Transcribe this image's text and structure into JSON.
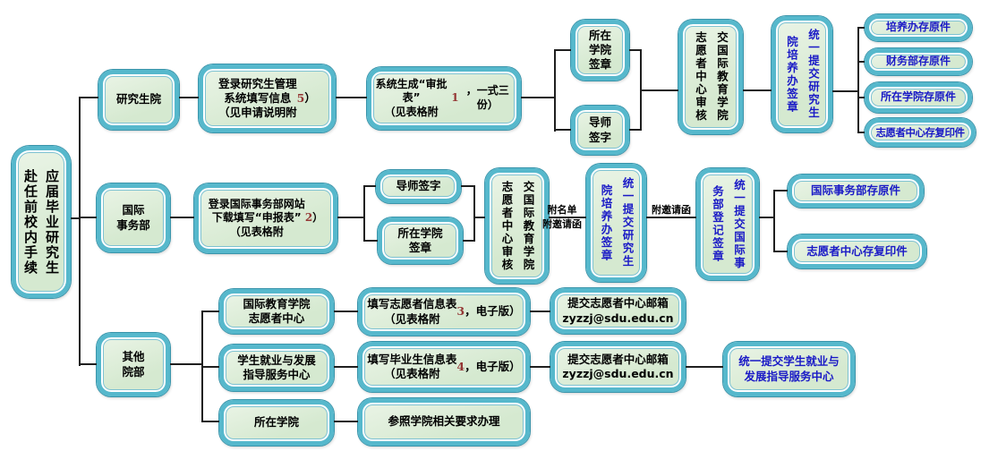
{
  "colors": {
    "background": "#ffffff",
    "box_border": "#56b8cc",
    "box_outline": "#3b95ab",
    "box_inner_line": "#7fc2d2",
    "box_fill": "#d5e9d0",
    "box_fill_light": "#eaf4e6",
    "text_black": "#000000",
    "text_blue": "#1a1ac6",
    "digit": "#943634",
    "connector": "#1f1f1f"
  },
  "root": {
    "text": "应届毕业研究生\n赴任前校内手续"
  },
  "branch_labels": {
    "graduate_school": "研究生院",
    "intl_affairs": "国际\n事务部",
    "other_depts": "其他\n院部"
  },
  "graduate_school_flow": {
    "login_system": "登录研究生管理\n系统填写信息\n（见申请说明附5）",
    "approval_form": "系统生成“审批表”\n（见表格附1，一式三份）",
    "college_seal": "所在\n学院\n签章",
    "advisor_sign": "导师\n签字",
    "review": "交国际教育学院\n志愿者中心审核",
    "submit_grad_office": "统一提交研究生\n院培养办签章",
    "archive_training": "培养办存原件",
    "archive_finance": "财务部存原件",
    "archive_college": "所在学院存原件",
    "archive_volunteer_copy": "志愿者中心存复印件"
  },
  "intl_affairs_flow": {
    "download_form": "登录国际事务部网站\n下载填写“申报表”\n（见表格附2）",
    "advisor_sign": "导师签字",
    "college_seal": "所在学院\n签章",
    "review": "交国际教育学院\n志愿者中心审核",
    "submit_grad_office": "统一提交研究生\n院培养办签章",
    "submit_intl_office": "统一提交国际事\n务部登记签章",
    "archive_intl": "国际事务部存原件",
    "archive_volunteer_copy": "志愿者中心存复印件"
  },
  "other_depts_flow": {
    "volunteer_center": "国际教育学院\n志愿者中心",
    "career_center": "学生就业与发展\n指导服务中心",
    "home_college": "所在学院",
    "volunteer_form": "填写志愿者信息表\n（见表格附3，电子版）",
    "graduate_form": "填写毕业生信息表\n（见表格附4，电子版）",
    "college_process": "参照学院相关要求办理",
    "email_submit_1": "提交志愿者中心邮箱\nzyzzj@sdu.edu.cn",
    "email_submit_2": "提交志愿者中心邮箱\nzyzzj@sdu.edu.cn",
    "submit_career_center": "统一提交学生就业与\n发展指导服务中心"
  },
  "connector_labels": {
    "attach_list_invitation": "附名单\n附邀请函",
    "attach_invitation": "附邀请函"
  },
  "email_address": "zyzzj@sdu.edu.cn"
}
